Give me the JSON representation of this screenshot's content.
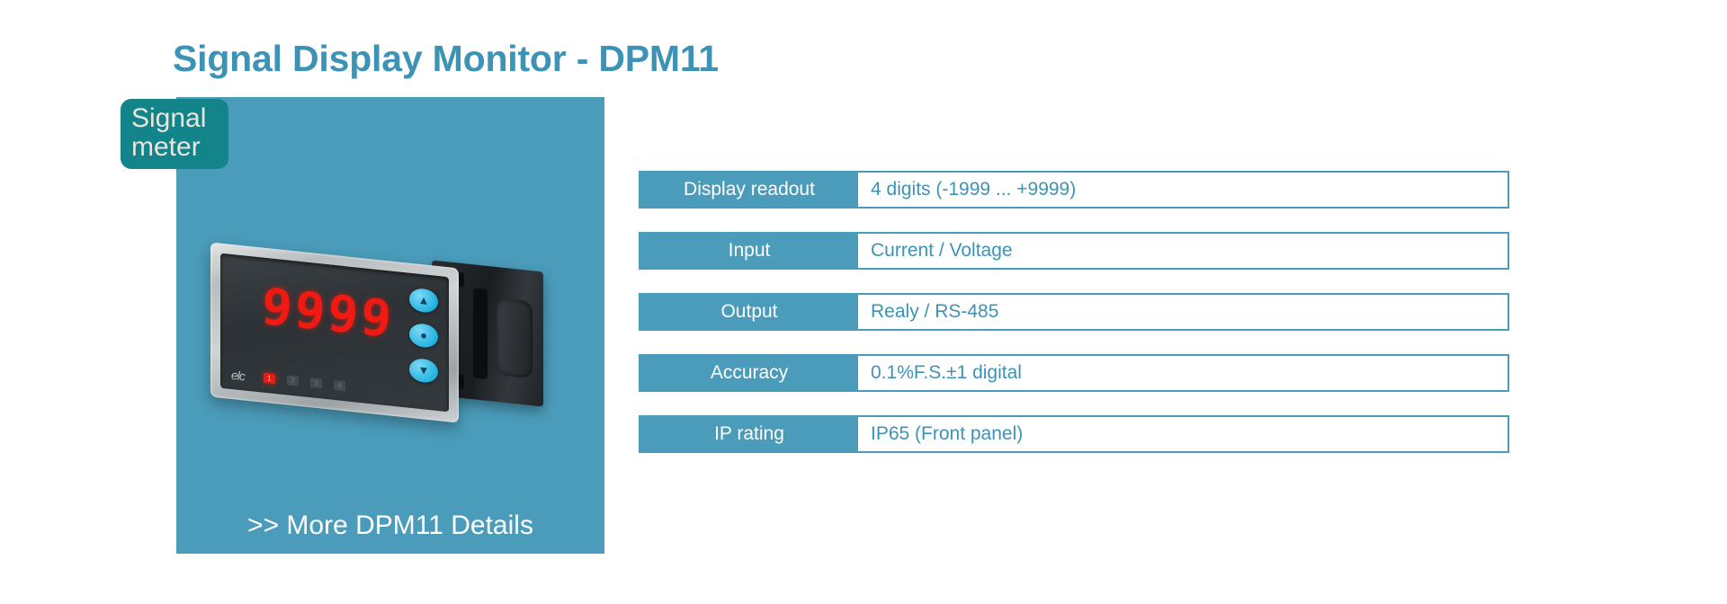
{
  "page": {
    "title": "Signal Display Monitor - DPM11",
    "accent_color": "#4a9cba",
    "title_color": "#3d93b5",
    "badge_color": "#12848a"
  },
  "badge": {
    "line1": "Signal",
    "line2": "meter"
  },
  "product": {
    "display_value": "9999",
    "logo": "elc",
    "leds": [
      "1",
      "2",
      "3",
      "4"
    ],
    "buttons": [
      "▲",
      "●",
      "▼"
    ],
    "more_link": ">> More DPM11 Details"
  },
  "specs": [
    {
      "label": "Display readout",
      "value": "4 digits (-1999 ... +9999)"
    },
    {
      "label": "Input",
      "value": "Current / Voltage"
    },
    {
      "label": "Output",
      "value": "Realy / RS-485"
    },
    {
      "label": "Accuracy",
      "value": "0.1%F.S.±1 digital"
    },
    {
      "label": "IP rating",
      "value": "IP65 (Front panel)"
    }
  ]
}
